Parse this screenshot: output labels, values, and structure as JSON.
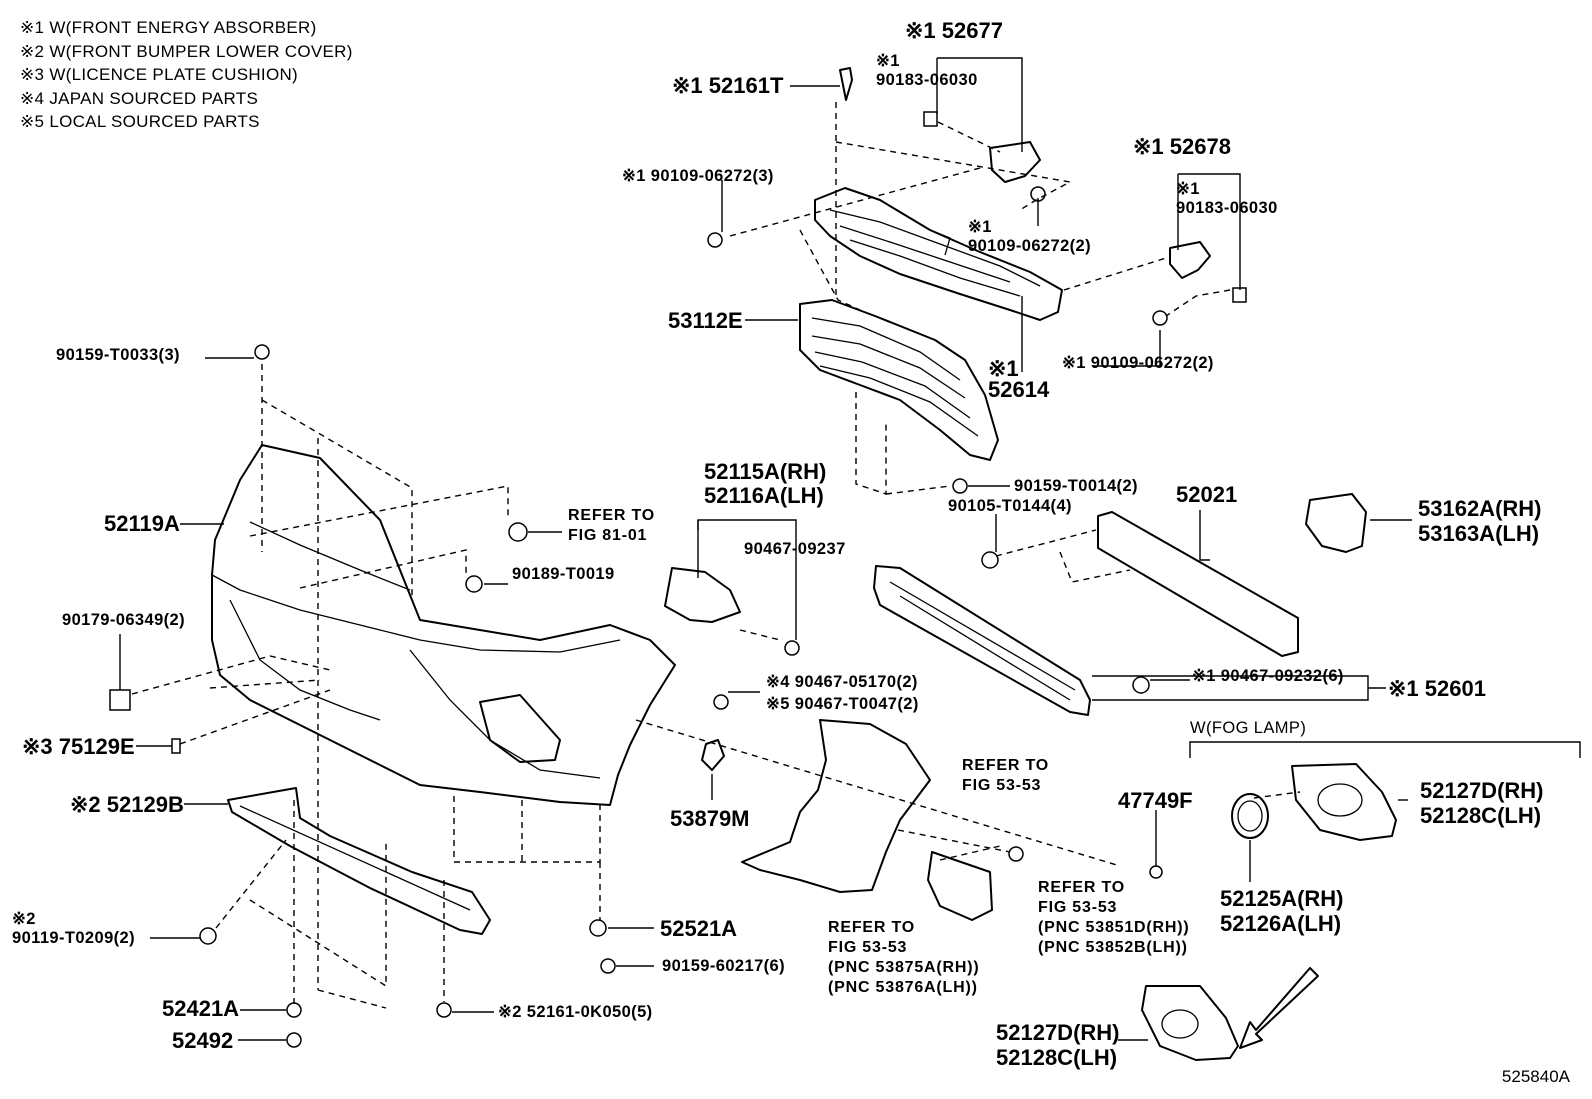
{
  "legend": [
    "※1 W(FRONT ENERGY ABSORBER)",
    "※2 W(FRONT BUMPER LOWER COVER)",
    "※3 W(LICENCE PLATE CUSHION)",
    "※4 JAPAN SOURCED PARTS",
    "※5 LOCAL SOURCED PARTS"
  ],
  "labels": {
    "p52677": "※1 52677",
    "p90183_a": "※1\n90183-06030",
    "p52161T": "※1 52161T",
    "p90109_3": "※1 90109-06272(3)",
    "p52678": "※1 52678",
    "p90183_b": "※1\n90183-06030",
    "p90109_2a": "※1\n90109-06272(2)",
    "p53112E": "53112E",
    "p52614": "※1\n52614",
    "p90109_2b": "※1 90109-06272(2)",
    "p90159_T0033": "90159-T0033(3)",
    "p52119A": "52119A",
    "refer_81": "REFER TO\nFIG 81-01",
    "p90189": "90189-T0019",
    "p52115A": "52115A(RH)\n52116A(LH)",
    "p90467_09237": "90467-09237",
    "p90159_T0014": "90159-T0014(2)",
    "p52021": "52021",
    "p90105": "90105-T0144(4)",
    "p53162A": "53162A(RH)\n53163A(LH)",
    "p90179": "90179-06349(2)",
    "p90467_05170": "※4 90467-05170(2)",
    "p90467_T0047": "※5 90467-T0047(2)",
    "p90467_09232": "※1 90467-09232(6)",
    "p52601": "※1 52601",
    "p75129E": "※3 75129E",
    "fog_lamp": "W(FOG LAMP)",
    "refer_53_a": "REFER TO\nFIG 53-53",
    "p47749F": "47749F",
    "p52127D_a": "52127D(RH)\n52128C(LH)",
    "p52129B": "※2 52129B",
    "p53879M": "53879M",
    "refer_53_b": "REFER TO\nFIG 53-53\n(PNC 53851D(RH))\n(PNC 53852B(LH))",
    "p52125A": "52125A(RH)\n52126A(LH)",
    "p90119": "※2\n90119-T0209(2)",
    "p52521A": "52521A",
    "p90159_60217": "90159-60217(6)",
    "refer_53_c": "REFER TO\nFIG 53-53\n(PNC 53875A(RH))\n(PNC 53876A(LH))",
    "p52421A": "52421A",
    "p52161_0K050": "※2 52161-0K050(5)",
    "p52492": "52492",
    "p52127D_b": "52127D(RH)\n52128C(LH)"
  },
  "illustration_code": "525840A"
}
